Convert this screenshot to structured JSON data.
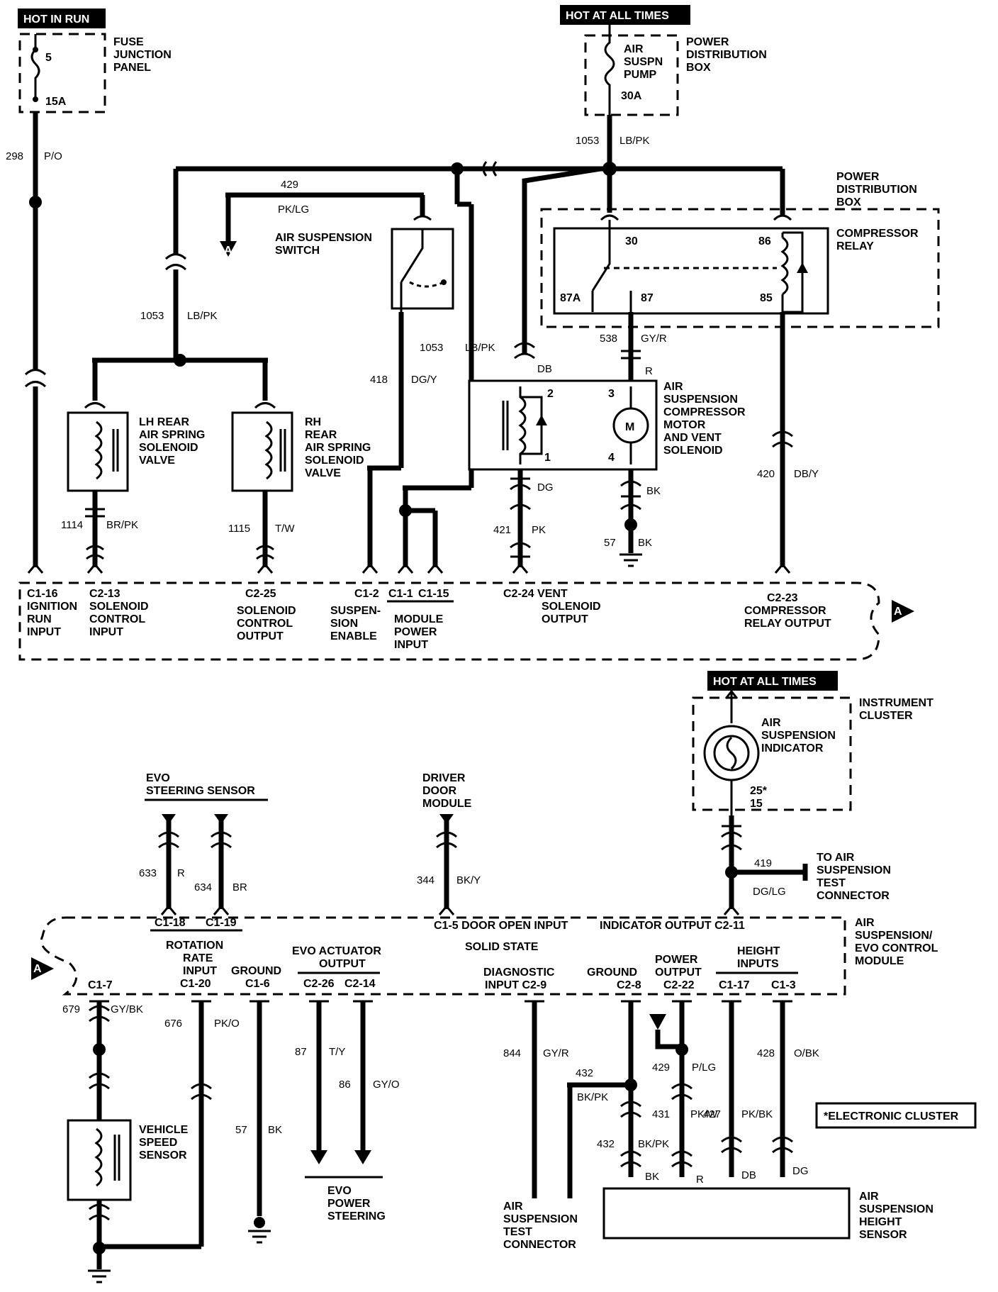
{
  "tags": {
    "hot_in_run": "HOT IN RUN",
    "hot_all_times_top": "HOT AT ALL TIMES",
    "hot_all_times_mid": "HOT AT ALL TIMES"
  },
  "fuse_junction": {
    "l1": "FUSE",
    "l2": "JUNCTION",
    "l3": "PANEL",
    "fuse_num": "5",
    "fuse_amp": "15A"
  },
  "pdb_top": {
    "l1": "POWER",
    "l2": "DISTRIBUTION",
    "l3": "BOX",
    "fuse_l1": "AIR",
    "fuse_l2": "SUSPN",
    "fuse_l3": "PUMP",
    "fuse_amp": "30A"
  },
  "pdb_relay": {
    "l1": "POWER",
    "l2": "DISTRIBUTION",
    "l3": "BOX",
    "relay_l1": "COMPRESSOR",
    "relay_l2": "RELAY",
    "p30": "30",
    "p86": "86",
    "p87a": "87A",
    "p87": "87",
    "p85": "85"
  },
  "switch": {
    "l1": "AIR SUSPENSION",
    "l2": "SWITCH"
  },
  "lh_valve": {
    "l1": "LH REAR",
    "l2": "AIR SPRING",
    "l3": "SOLENOID",
    "l4": "VALVE"
  },
  "rh_valve": {
    "l1": "RH",
    "l2": "REAR",
    "l3": "AIR SPRING",
    "l4": "SOLENOID",
    "l5": "VALVE"
  },
  "compressor": {
    "l1": "AIR",
    "l2": "SUSPENSION",
    "l3": "COMPRESSOR",
    "l4": "MOTOR",
    "l5": "AND VENT",
    "l6": "SOLENOID",
    "p2": "2",
    "p3": "3",
    "p1": "1",
    "p4": "4",
    "motor": "M"
  },
  "wires": {
    "w298": "298",
    "c298": "P/O",
    "w1053a": "1053",
    "c1053a": "LB/PK",
    "w429a": "429",
    "c429a": "PK/LG",
    "w1053b": "1053",
    "c1053b": "LB/PK",
    "w1053c": "1053",
    "c1053c": "LB/PK",
    "w418": "418",
    "c418": "DG/Y",
    "w538": "538",
    "c538": "GY/R",
    "c538b": "R",
    "cDB": "DB",
    "cDG": "DG",
    "w421": "421",
    "c421": "PK",
    "cBKa": "BK",
    "w57a": "57",
    "c57a": "BK",
    "w420": "420",
    "c420": "DB/Y",
    "w1114": "1114",
    "c1114": "BR/PK",
    "w1115": "1115",
    "c1115": "T/W",
    "w633": "633",
    "c633": "R",
    "w634": "634",
    "c634": "BR",
    "w344": "344",
    "c344": "BK/Y",
    "w419": "419",
    "c419": "DG/LG",
    "w679": "679",
    "c679": "GY/BK",
    "w676": "676",
    "c676": "PK/O",
    "w57b": "57",
    "c57b": "BK",
    "w87": "87",
    "c87": "T/Y",
    "w86": "86",
    "c86": "GY/O",
    "w844": "844",
    "c844": "GY/R",
    "w432a": "432",
    "c432a": "BK/PK",
    "w432b": "432",
    "c432b": "BK/PK",
    "w429b": "429",
    "c429b": "P/LG",
    "w431": "431",
    "c431": "PK/W",
    "w427": "427",
    "c427": "PK/BK",
    "w428": "428",
    "c428": "O/BK",
    "cBKb": "BK",
    "cR": "R",
    "cDBb": "DB",
    "cDGb": "DG"
  },
  "module_top": {
    "c1_16": "C1-16",
    "ign1": "IGNITION",
    "ign2": "RUN",
    "ign3": "INPUT",
    "c2_13": "C2-13",
    "sci1": "SOLENOID",
    "sci2": "CONTROL",
    "sci3": "INPUT",
    "c2_25": "C2-25",
    "sco1": "SOLENOID",
    "sco2": "CONTROL",
    "sco3": "OUTPUT",
    "c1_2": "C1-2",
    "se1": "SUSPEN-",
    "se2": "SION",
    "se3": "ENABLE",
    "c1_1": "C1-1",
    "c1_15": "C1-15",
    "mp1": "MODULE",
    "mp2": "POWER",
    "mp3": "INPUT",
    "c2_24": "C2-24 VENT",
    "vs1": "SOLENOID",
    "vs2": "OUTPUT",
    "c2_23": "C2-23",
    "cr1": "COMPRESSOR",
    "cr2": "RELAY OUTPUT",
    "ref": "A"
  },
  "cluster": {
    "l1": "INSTRUMENT",
    "l2": "CLUSTER",
    "ind1": "AIR",
    "ind2": "SUSPENSION",
    "ind3": "INDICATOR",
    "p1": "25*",
    "p2": "15"
  },
  "test_conn_top": {
    "l1": "TO AIR",
    "l2": "SUSPENSION",
    "l3": "TEST",
    "l4": "CONNECTOR"
  },
  "evo_sensor": {
    "l1": "EVO",
    "l2": "STEERING SENSOR"
  },
  "door_module": {
    "l1": "DRIVER",
    "l2": "DOOR",
    "l3": "MODULE"
  },
  "module_bottom": {
    "c1_18": "C1-18",
    "c1_19": "C1-19",
    "door": "C1-5 DOOR OPEN INPUT",
    "ind": "INDICATOR OUTPUT C2-11",
    "l1": "AIR",
    "l2": "SUSPENSION/",
    "l3": "EVO CONTROL",
    "l4": "MODULE",
    "rot1": "ROTATION",
    "rot2": "RATE",
    "rot3": "INPUT",
    "c1_20": "C1-20",
    "gnd": "GROUND",
    "c1_6": "C1-6",
    "evo1": "EVO ACTUATOR",
    "evo2": "OUTPUT",
    "c2_26": "C2-26",
    "c2_14": "C2-14",
    "ss": "SOLID STATE",
    "diag1": "DIAGNOSTIC",
    "diag2": "INPUT C2-9",
    "gnd2": "GROUND",
    "c2_8": "C2-8",
    "pw1": "POWER",
    "pw2": "OUTPUT",
    "c2_22": "C2-22",
    "ht1": "HEIGHT",
    "ht2": "INPUTS",
    "c1_17": "C1-17",
    "c1_3": "C1-3",
    "c1_7": "C1-7",
    "ref": "A"
  },
  "vss": {
    "l1": "VEHICLE",
    "l2": "SPEED",
    "l3": "SENSOR"
  },
  "evo_ps": {
    "l1": "EVO",
    "l2": "POWER",
    "l3": "STEERING"
  },
  "test_conn_bottom": {
    "l1": "AIR",
    "l2": "SUSPENSION",
    "l3": "TEST",
    "l4": "CONNECTOR"
  },
  "height_sensor": {
    "l1": "AIR",
    "l2": "SUSPENSION",
    "l3": "HEIGHT",
    "l4": "SENSOR"
  },
  "note": "*ELECTRONIC CLUSTER",
  "ref_a": "A"
}
